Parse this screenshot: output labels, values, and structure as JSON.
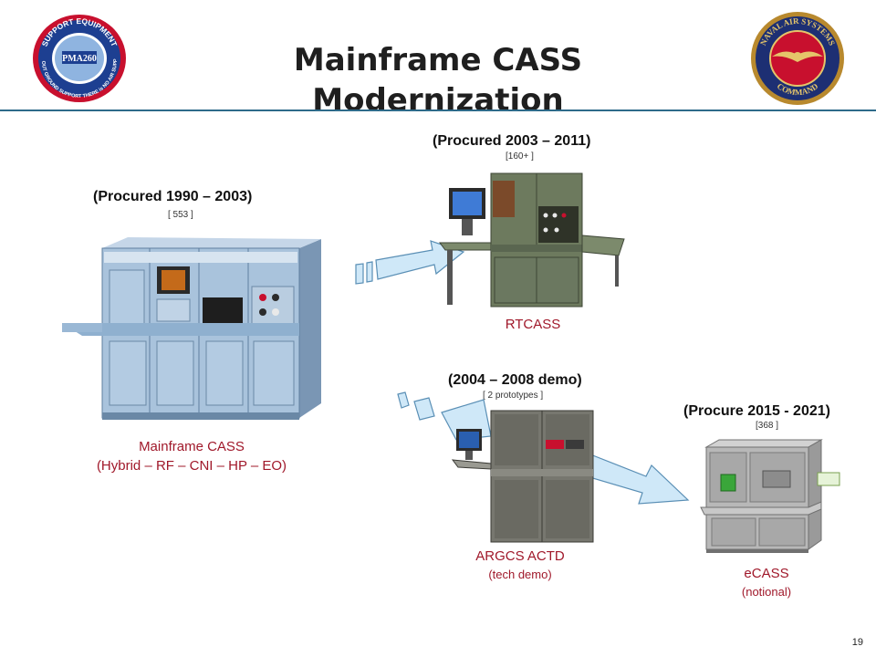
{
  "slide": {
    "title_line1": "Mainframe CASS",
    "title_line2": "Modernization",
    "page_number": "19"
  },
  "logos": {
    "left": {
      "icon": "pma260-seal-icon",
      "top_text": "SUPPORT EQUIPMENT",
      "center_text": "PMA260",
      "bottom_text": "WITHOUT GROUND SUPPORT THERE is NO AIR SUPPORT"
    },
    "right": {
      "icon": "navair-seal-icon",
      "top_text": "NAVAL AIR SYSTEMS",
      "bottom_text": "COMMAND"
    }
  },
  "systems": {
    "mainframe": {
      "period": "(Procured 1990 – 2003)",
      "count": "[ 553 ]",
      "name": "Mainframe CASS",
      "detail": "(Hybrid – RF – CNI – HP – EO)"
    },
    "rtcass": {
      "period": "(Procured 2003 – 2011)",
      "count": "[160+ ]",
      "name": "RTCASS"
    },
    "argcs": {
      "period": "(2004 – 2008 demo)",
      "count": "[ 2 prototypes ]",
      "name": "ARGCS ACTD",
      "detail": "(tech demo)"
    },
    "ecass": {
      "period": "(Procure 2015 - 2021)",
      "count": "[368 ]",
      "name": "eCASS",
      "detail": "(notional)"
    }
  },
  "colors": {
    "title": "#1f1f1f",
    "rule": "#2e6b8a",
    "system_name": "#a0182a",
    "arrow_fill": "#cfe8f8",
    "arrow_stroke": "#5a8fb5"
  }
}
